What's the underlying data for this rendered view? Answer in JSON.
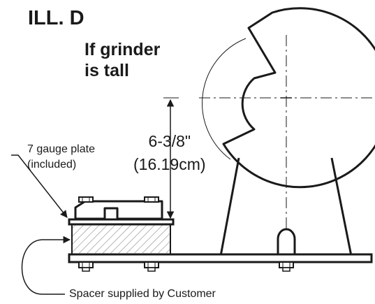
{
  "figure": {
    "title": "ILL. D",
    "heading_line1": "If grinder",
    "heading_line2": "is tall",
    "dimension_imperial": "6-3/8\"",
    "dimension_metric": "(16.19cm)",
    "plate_label_line1": "7 gauge plate",
    "plate_label_line2": "(included)",
    "spacer_label": "Spacer supplied by Customer"
  },
  "colors": {
    "line": "#1a1a1a",
    "background": "#ffffff",
    "hatch": "#777777"
  }
}
